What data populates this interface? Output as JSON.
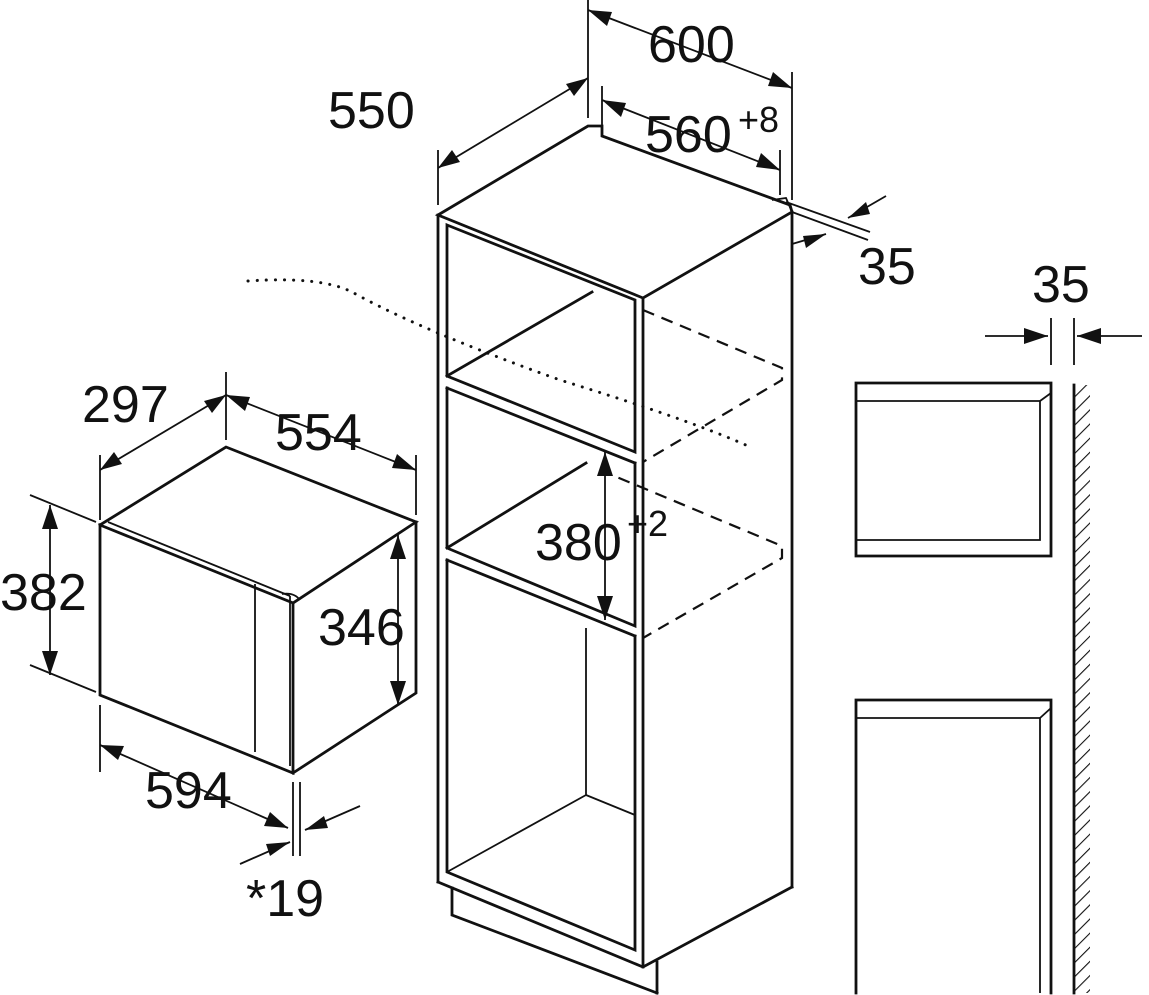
{
  "dimensions": {
    "cabinet_width": "600",
    "cabinet_depth": "550",
    "niche_width": "560",
    "niche_width_tolerance": "+8",
    "rear_gap": "35",
    "niche_height": "380",
    "niche_height_tolerance": "+2",
    "appliance_depth": "297",
    "appliance_inner_width": "554",
    "appliance_height": "382",
    "appliance_inner_height": "346",
    "appliance_width": "594",
    "frame_offset": "*19",
    "side_gap": "35"
  },
  "colors": {
    "line": "#111111",
    "background": "#ffffff"
  }
}
